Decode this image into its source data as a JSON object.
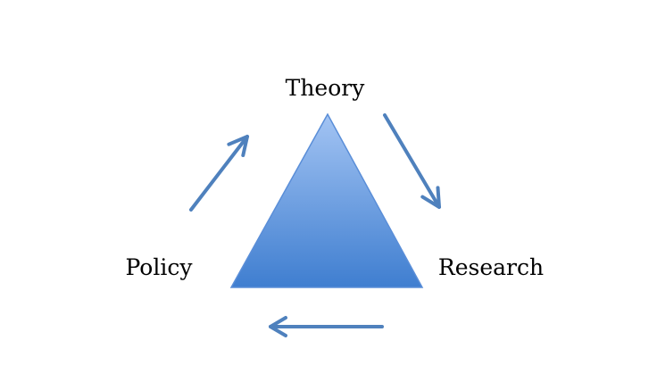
{
  "diagram": {
    "nodes": {
      "top": "Theory",
      "right": "Research",
      "left": "Policy"
    },
    "colors": {
      "triangle_top": "#a3c4f3",
      "triangle_bottom": "#3f7ed0",
      "triangle_stroke": "#5a8ed8",
      "arrow": "#4f81bd",
      "text": "#000000"
    },
    "cycle_direction": "clockwise"
  }
}
